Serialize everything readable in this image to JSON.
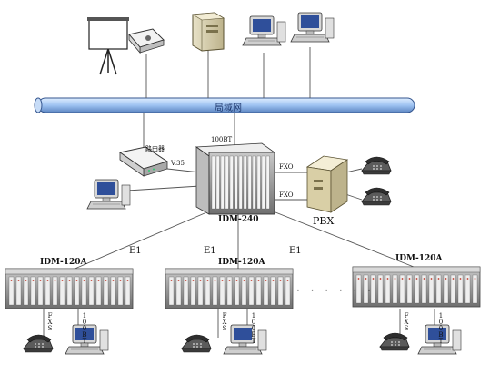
{
  "lan_label": "局域网",
  "router_label": "路由器",
  "uplink_label": "100BT",
  "v35_label": "V.35",
  "main_device_label": "IDM-240",
  "fxo_labels": [
    "FXO",
    "FXO"
  ],
  "pbx_label": "PBX",
  "e1_labels": [
    "E1",
    "E1",
    "E1"
  ],
  "remote_devices": [
    {
      "label": "IDM-120A",
      "fxs": "FXS",
      "eth": "100BT"
    },
    {
      "label": "IDM-120A",
      "fxs": "FXS",
      "eth": "100BT"
    },
    {
      "label": "IDM-120A",
      "fxs": "FXS",
      "eth": "100BT"
    }
  ],
  "ellipsis": "· · · · · ·",
  "colors": {
    "lan_bar": "#9fc3f2",
    "rack": "#8a8a8a",
    "cable": "#555555"
  }
}
